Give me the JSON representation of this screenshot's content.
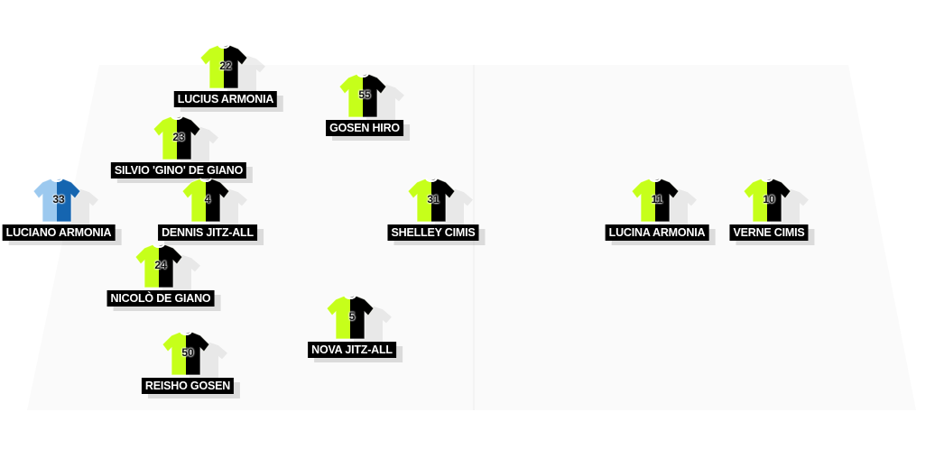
{
  "lineup": {
    "colors": {
      "home_left": "#c6ff1a",
      "home_right": "#000000",
      "gk_left": "#9cc9ef",
      "gk_right": "#1565b0",
      "label_bg": "#000000",
      "label_text": "#ffffff"
    },
    "players": [
      {
        "number": "22",
        "name": "LUCIUS ARMONIA",
        "kit": "home"
      },
      {
        "number": "55",
        "name": "GOSEN HIRO",
        "kit": "home"
      },
      {
        "number": "23",
        "name": "SILVIO 'GINO' DE GIANO",
        "kit": "home"
      },
      {
        "number": "33",
        "name": "LUCIANO ARMONIA",
        "kit": "goalkeeper"
      },
      {
        "number": "4",
        "name": "DENNIS JITZ-ALL",
        "kit": "home"
      },
      {
        "number": "31",
        "name": "SHELLEY CIMIS",
        "kit": "home"
      },
      {
        "number": "11",
        "name": "LUCINA ARMONIA",
        "kit": "home"
      },
      {
        "number": "10",
        "name": "VERNE CIMIS",
        "kit": "home"
      },
      {
        "number": "24",
        "name": "NICOLÒ DE GIANO",
        "kit": "home"
      },
      {
        "number": "5",
        "name": "NOVA JITZ-ALL",
        "kit": "home"
      },
      {
        "number": "50",
        "name": "REISHO GOSEN",
        "kit": "home"
      }
    ]
  }
}
